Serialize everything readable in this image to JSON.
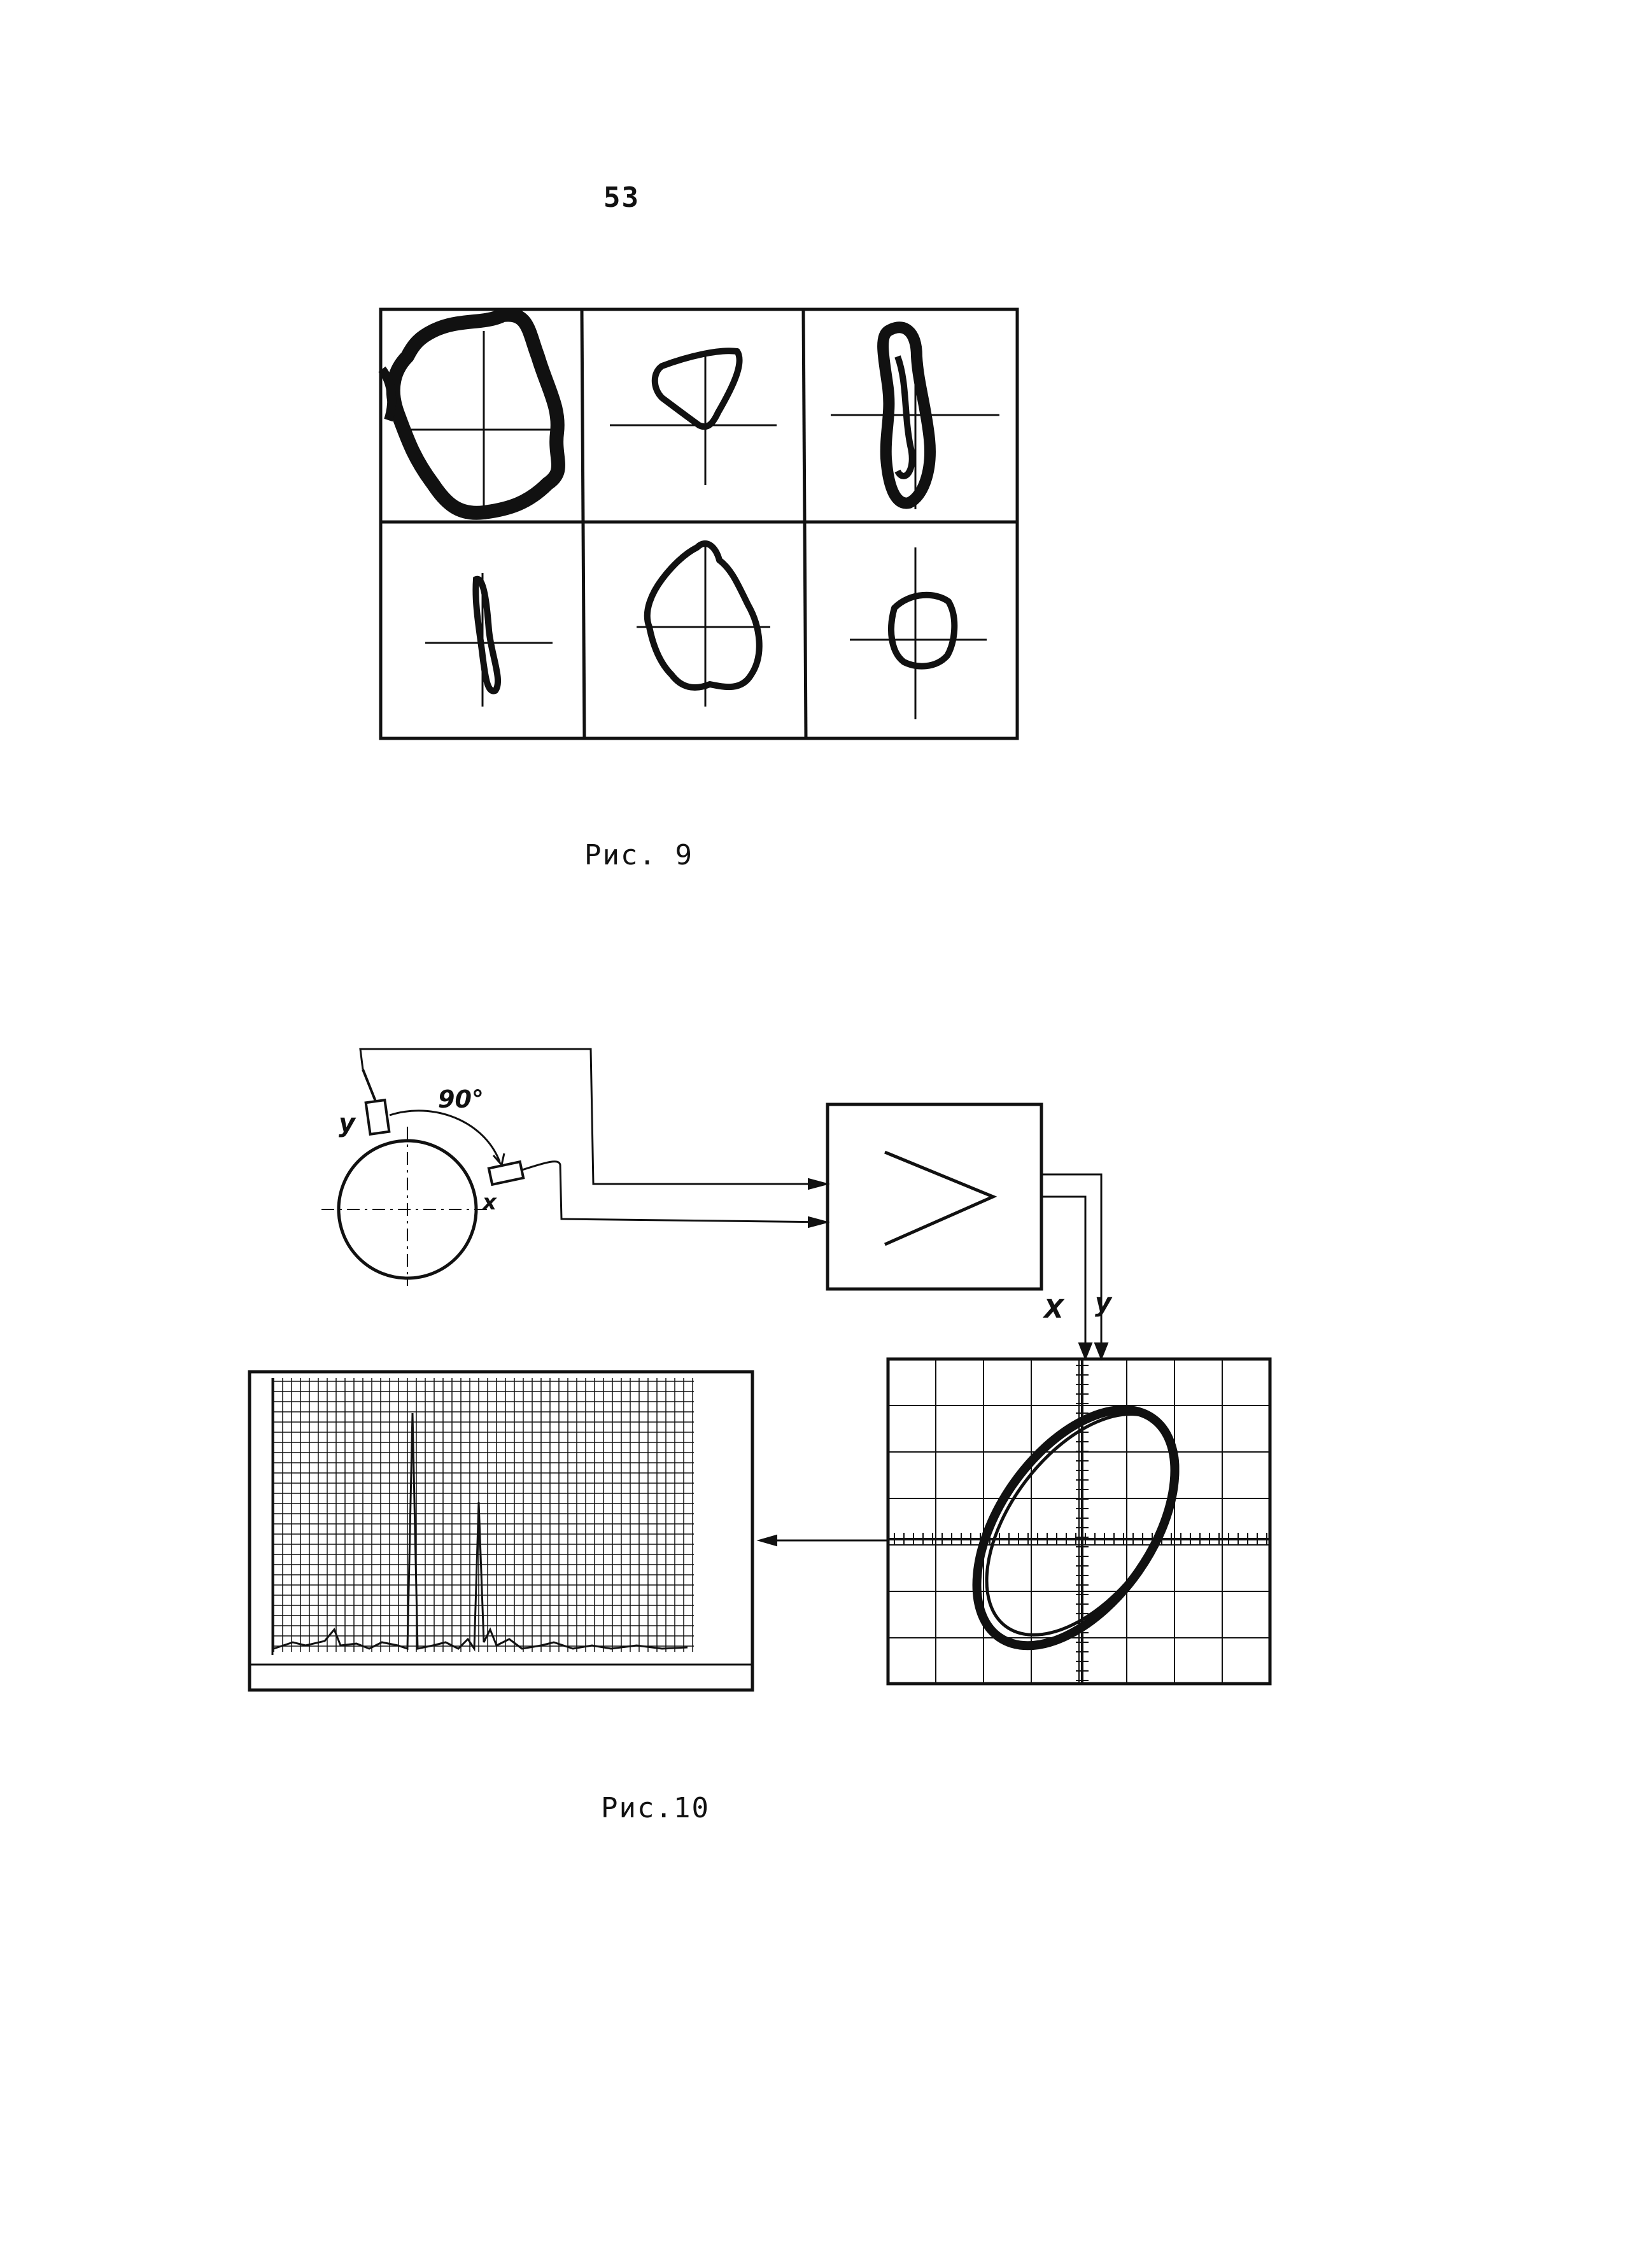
{
  "page": {
    "number": "53"
  },
  "figure9": {
    "caption": "Рис. 9"
  },
  "figure10": {
    "caption": "Рис.10",
    "sensor_y_label": "y",
    "sensor_x_label": "x",
    "angle_label": "90°",
    "channel_x_label": "X",
    "channel_y_label": "y"
  },
  "colors": {
    "ink": "#111111",
    "paper": "#ffffff"
  }
}
